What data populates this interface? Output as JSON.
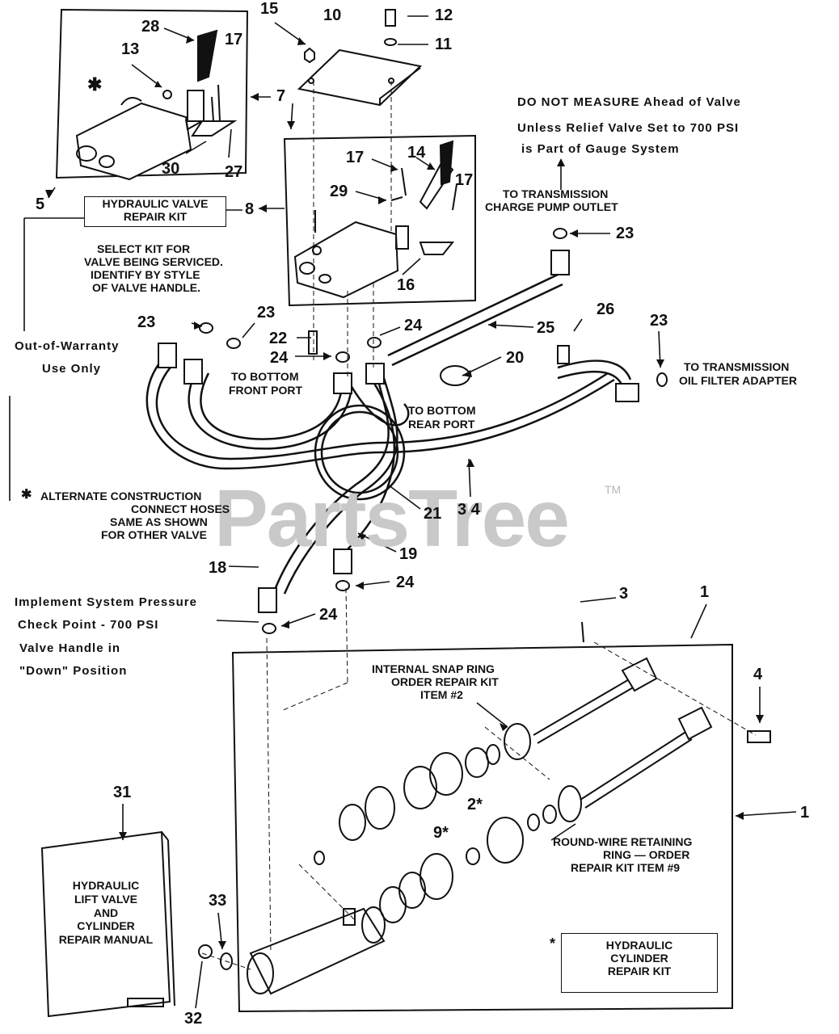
{
  "watermark": {
    "text": "PartsTree",
    "tm": "TM"
  },
  "callouts": {
    "n1a": "1",
    "n1b": "1",
    "n3": "3",
    "n4": "4",
    "n5": "5",
    "n7": "7",
    "n8": "8",
    "n10": "10",
    "n11": "11",
    "n12": "12",
    "n13": "13",
    "n14": "14",
    "n15": "15",
    "n16": "16",
    "n17a": "17",
    "n17b": "17",
    "n17c": "17",
    "n18": "18",
    "n19": "19",
    "n20": "20",
    "n21": "21",
    "n22": "22",
    "n23a": "23",
    "n23b": "23",
    "n23c": "23",
    "n23d": "23",
    "n24a": "24",
    "n24b": "24",
    "n24c": "24",
    "n24d": "24",
    "n25": "25",
    "n26": "26",
    "n27": "27",
    "n28": "28",
    "n29": "29",
    "n30": "30",
    "n31": "31",
    "n32": "32",
    "n33": "33",
    "n34": "3 4",
    "n2": "2*",
    "n9": "9*"
  },
  "notes": {
    "do_not_measure": [
      "DO NOT MEASURE Ahead of Valve",
      "Unless Relief Valve Set to 700 PSI",
      "is Part of Gauge System"
    ],
    "charge_pump": [
      "TO TRANSMISSION",
      "CHARGE PUMP OUTLET"
    ],
    "oil_filter": [
      "TO TRANSMISSION",
      "OIL FILTER ADAPTER"
    ],
    "bottom_front": [
      "TO BOTTOM",
      "FRONT PORT"
    ],
    "bottom_rear": [
      "TO BOTTOM",
      "REAR PORT"
    ],
    "select_kit": [
      "SELECT KIT FOR",
      "VALVE BEING SERVICED.",
      "IDENTIFY BY STYLE",
      "OF VALVE HANDLE."
    ],
    "warranty": [
      "Out-of-Warranty",
      "Use Only"
    ],
    "alternate": [
      "ALTERNATE CONSTRUCTION",
      "CONNECT HOSES",
      "SAME AS SHOWN",
      "FOR OTHER VALVE"
    ],
    "implement": [
      "Implement System Pressure",
      "Check Point - 700 PSI",
      "Valve Handle in",
      "\"Down\" Position"
    ],
    "snap_ring": [
      "INTERNAL SNAP RING",
      "ORDER REPAIR KIT",
      "ITEM #2"
    ],
    "round_wire": [
      "ROUND-WIRE RETAINING",
      "RING — ORDER",
      "REPAIR KIT ITEM #9"
    ],
    "asterisk": "✱",
    "asterisk2": "*"
  },
  "boxes": {
    "valve_kit": [
      "HYDRAULIC VALVE",
      "REPAIR KIT"
    ],
    "cylinder_kit": [
      "HYDRAULIC",
      "CYLINDER",
      "REPAIR KIT"
    ],
    "manual": [
      "HYDRAULIC",
      "LIFT VALVE",
      "AND",
      "CYLINDER",
      "REPAIR MANUAL"
    ]
  }
}
